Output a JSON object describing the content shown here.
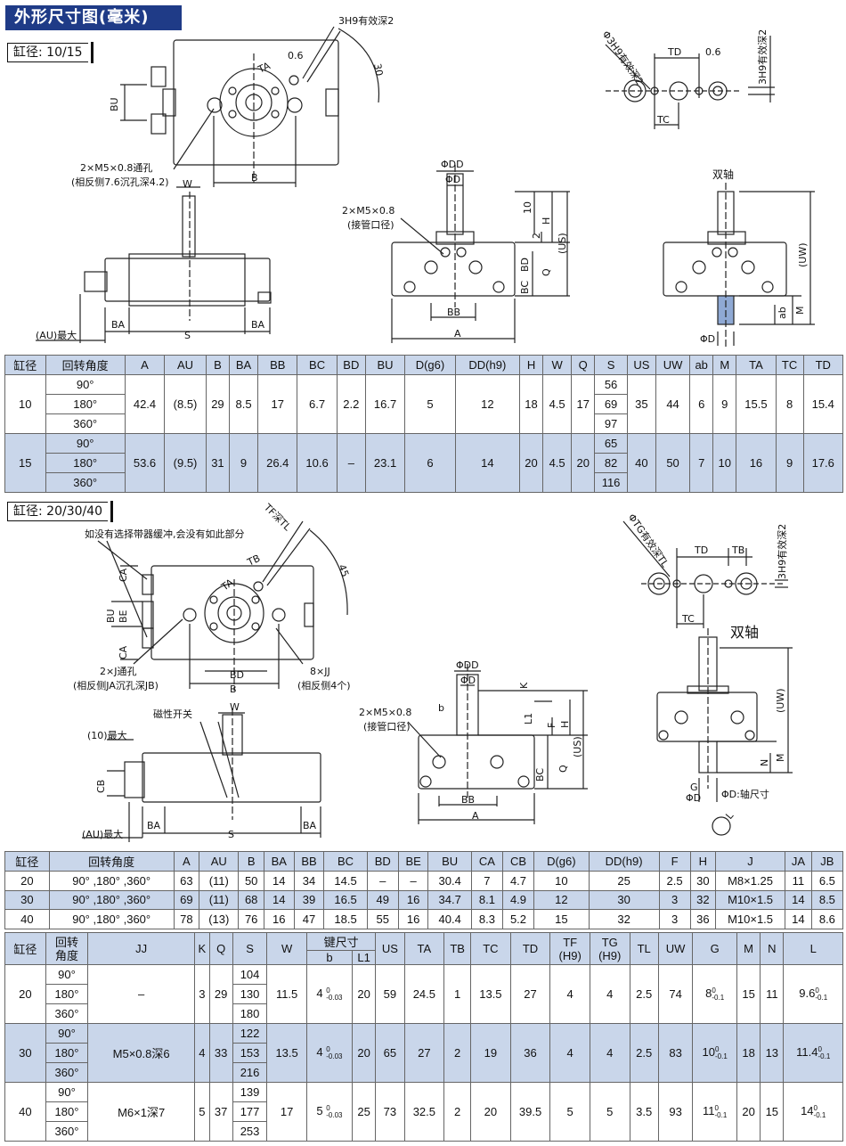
{
  "title": "外形尺寸图(毫米)",
  "bore_a": "缸径: 10/15",
  "bore_b": "缸径: 20/30/40",
  "lbl": {
    "h9_2": "3H9有效深2",
    "ta": "TA",
    "l06": "0.6",
    "a30": "30",
    "bu": "BU",
    "b": "B",
    "w": "W",
    "m5_hole": "2×M5×0.8通孔",
    "m5_hole2": "(相反侧7.6沉孔深4.2)",
    "ba": "BA",
    "s": "S",
    "au": "(AU)最大",
    "phi_h9": "Φ3H9有效深2",
    "td": "TD",
    "tc": "TC",
    "h9_side": "3H9有效深2",
    "dd": "ΦDD",
    "d": "ΦD",
    "m5_port": "2×M5×0.8",
    "port": "(接管口径)",
    "n10": "10",
    "n2": "2",
    "h": "H",
    "us": "(US)",
    "bd": "BD",
    "q": "Q",
    "bc": "BC",
    "bb": "BB",
    "a": "A",
    "dual": "双轴",
    "uw": "(UW)",
    "ab": "ab",
    "m": "M",
    "nobuf": "如没有选择带器缓冲,会没有如此部分",
    "tf": "TF深TL",
    "tb": "TB",
    "a45": "45",
    "ca": "CA",
    "be": "BE",
    "j_hole": "2×J通孔",
    "j_hole2": "(相反侧JA沉孔深JB)",
    "jj": "8×JJ",
    "jj2": "(相反侧4个)",
    "switch": "磁性开关",
    "max10": "(10)最大",
    "cb": "CB",
    "tg": "ΦTG有效深TL",
    "k": "K",
    "l1": "L1",
    "f": "F",
    "bsm": "b",
    "n": "N",
    "g": "G",
    "phid_shaft": "ΦD:轴尺寸",
    "l": "L"
  },
  "t1": {
    "headers": [
      "缸径",
      "回转角度",
      "A",
      "AU",
      "B",
      "BA",
      "BB",
      "BC",
      "BD",
      "BU",
      "D(g6)",
      "DD(h9)",
      "H",
      "W",
      "Q",
      "S",
      "US",
      "UW",
      "ab",
      "M",
      "TA",
      "TC",
      "TD"
    ],
    "rows": [
      {
        "bore": "10",
        "angles": [
          "90°",
          "180°",
          "360°"
        ],
        "A": "42.4",
        "AU": "(8.5)",
        "B": "29",
        "BA": "8.5",
        "BB": "17",
        "BC": "6.7",
        "BD": "2.2",
        "BU": "16.7",
        "D": "5",
        "DD": "12",
        "H": "18",
        "W": "4.5",
        "Q": "17",
        "S": [
          "56",
          "69",
          "97"
        ],
        "US": "35",
        "UW": "44",
        "ab": "6",
        "M": "9",
        "TA": "15.5",
        "TC": "8",
        "TD": "15.4"
      },
      {
        "bore": "15",
        "angles": [
          "90°",
          "180°",
          "360°"
        ],
        "A": "53.6",
        "AU": "(9.5)",
        "B": "31",
        "BA": "9",
        "BB": "26.4",
        "BC": "10.6",
        "BD": "–",
        "BU": "23.1",
        "D": "6",
        "DD": "14",
        "H": "20",
        "W": "4.5",
        "Q": "20",
        "S": [
          "65",
          "82",
          "116"
        ],
        "US": "40",
        "UW": "50",
        "ab": "7",
        "M": "10",
        "TA": "16",
        "TC": "9",
        "TD": "17.6"
      }
    ]
  },
  "t2": {
    "headers": [
      "缸径",
      "回转角度",
      "A",
      "AU",
      "B",
      "BA",
      "BB",
      "BC",
      "BD",
      "BE",
      "BU",
      "CA",
      "CB",
      "D(g6)",
      "DD(h9)",
      "F",
      "H",
      "J",
      "JA",
      "JB"
    ],
    "rows": [
      [
        "20",
        "90° ,180° ,360°",
        "63",
        "(11)",
        "50",
        "14",
        "34",
        "14.5",
        "–",
        "–",
        "30.4",
        "7",
        "4.7",
        "10",
        "25",
        "2.5",
        "30",
        "M8×1.25",
        "11",
        "6.5"
      ],
      [
        "30",
        "90° ,180° ,360°",
        "69",
        "(11)",
        "68",
        "14",
        "39",
        "16.5",
        "49",
        "16",
        "34.7",
        "8.1",
        "4.9",
        "12",
        "30",
        "3",
        "32",
        "M10×1.5",
        "14",
        "8.5"
      ],
      [
        "40",
        "90° ,180° ,360°",
        "78",
        "(13)",
        "76",
        "16",
        "47",
        "18.5",
        "55",
        "16",
        "40.4",
        "8.3",
        "5.2",
        "15",
        "32",
        "3",
        "36",
        "M10×1.5",
        "14",
        "8.6"
      ]
    ]
  },
  "t3": {
    "h_bore": "缸径",
    "h_angle": "回转\n角度",
    "h_jj": "JJ",
    "h_k": "K",
    "h_q": "Q",
    "h_s": "S",
    "h_w": "W",
    "h_key": "键尺寸",
    "h_b": "b",
    "h_l1": "L1",
    "h_us": "US",
    "h_ta": "TA",
    "h_tb": "TB",
    "h_tc": "TC",
    "h_td": "TD",
    "h_tf": "TF\n(H9)",
    "h_tg": "TG\n(H9)",
    "h_tl": "TL",
    "h_uw": "UW",
    "h_g": "G",
    "h_m": "M",
    "h_n": "N",
    "h_l": "L",
    "rows": [
      {
        "bore": "20",
        "angles": [
          "90°",
          "180°",
          "360°"
        ],
        "JJ": "–",
        "K": "3",
        "Q": "29",
        "S": [
          "104",
          "130",
          "180"
        ],
        "W": "11.5",
        "b": "4",
        "b_tol": [
          "0",
          "-0.03"
        ],
        "L1": "20",
        "US": "59",
        "TA": "24.5",
        "TB": "1",
        "TC": "13.5",
        "TD": "27",
        "TF": "4",
        "TG": "4",
        "TL": "2.5",
        "UW": "74",
        "G": "8",
        "G_tol": [
          "0",
          "-0.1"
        ],
        "M": "15",
        "N": "11",
        "L": "9.6",
        "L_tol": [
          "0",
          "-0.1"
        ]
      },
      {
        "bore": "30",
        "angles": [
          "90°",
          "180°",
          "360°"
        ],
        "JJ": "M5×0.8深6",
        "K": "4",
        "Q": "33",
        "S": [
          "122",
          "153",
          "216"
        ],
        "W": "13.5",
        "b": "4",
        "b_tol": [
          "0",
          "-0.03"
        ],
        "L1": "20",
        "US": "65",
        "TA": "27",
        "TB": "2",
        "TC": "19",
        "TD": "36",
        "TF": "4",
        "TG": "4",
        "TL": "2.5",
        "UW": "83",
        "G": "10",
        "G_tol": [
          "0",
          "-0.1"
        ],
        "M": "18",
        "N": "13",
        "L": "11.4",
        "L_tol": [
          "0",
          "-0.1"
        ]
      },
      {
        "bore": "40",
        "angles": [
          "90°",
          "180°",
          "360°"
        ],
        "JJ": "M6×1深7",
        "K": "5",
        "Q": "37",
        "S": [
          "139",
          "177",
          "253"
        ],
        "W": "17",
        "b": "5",
        "b_tol": [
          "0",
          "-0.03"
        ],
        "L1": "25",
        "US": "73",
        "TA": "32.5",
        "TB": "2",
        "TC": "20",
        "TD": "39.5",
        "TF": "5",
        "TG": "5",
        "TL": "3.5",
        "UW": "93",
        "G": "11",
        "G_tol": [
          "0",
          "-0.1"
        ],
        "M": "20",
        "N": "15",
        "L": "14",
        "L_tol": [
          "0",
          "-0.1"
        ]
      }
    ]
  }
}
